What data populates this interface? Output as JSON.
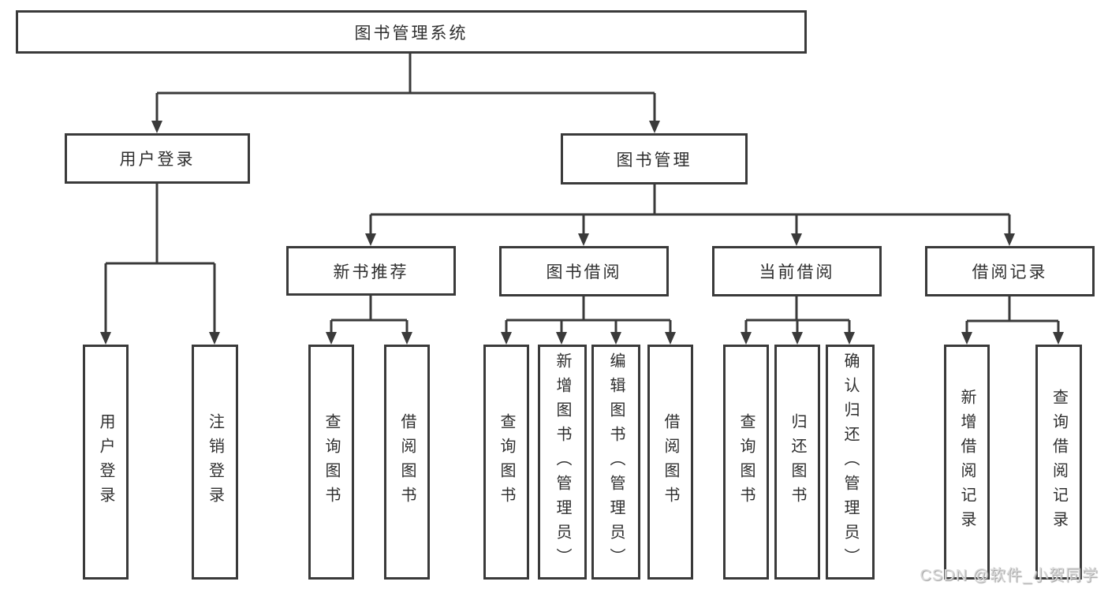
{
  "colors": {
    "line": "#3a3a3a",
    "box_border": "#3a3a3a",
    "text": "#2f2f2f",
    "background": "#ffffff",
    "watermark": "#d9d9d9"
  },
  "watermark": {
    "text": "CSDN @软件_小贺同学"
  },
  "diagram": {
    "title": "图书管理系统",
    "tree": {
      "label": "图书管理系统",
      "children": [
        {
          "label": "用户登录",
          "children": [
            {
              "label": "用户登录"
            },
            {
              "label": "注销登录"
            }
          ]
        },
        {
          "label": "图书管理",
          "children": [
            {
              "label": "新书推荐",
              "children": [
                {
                  "label": "查询图书"
                },
                {
                  "label": "借阅图书"
                }
              ]
            },
            {
              "label": "图书借阅",
              "children": [
                {
                  "label": "查询图书"
                },
                {
                  "label": "新增图书（管理员）"
                },
                {
                  "label": "编辑图书（管理员）"
                },
                {
                  "label": "借阅图书"
                }
              ]
            },
            {
              "label": "当前借阅",
              "children": [
                {
                  "label": "查询图书"
                },
                {
                  "label": "归还图书"
                },
                {
                  "label": "确认归还（管理员）"
                }
              ]
            },
            {
              "label": "借阅记录",
              "children": [
                {
                  "label": "新增借阅记录"
                },
                {
                  "label": "查询借阅记录"
                }
              ]
            }
          ]
        }
      ]
    }
  }
}
